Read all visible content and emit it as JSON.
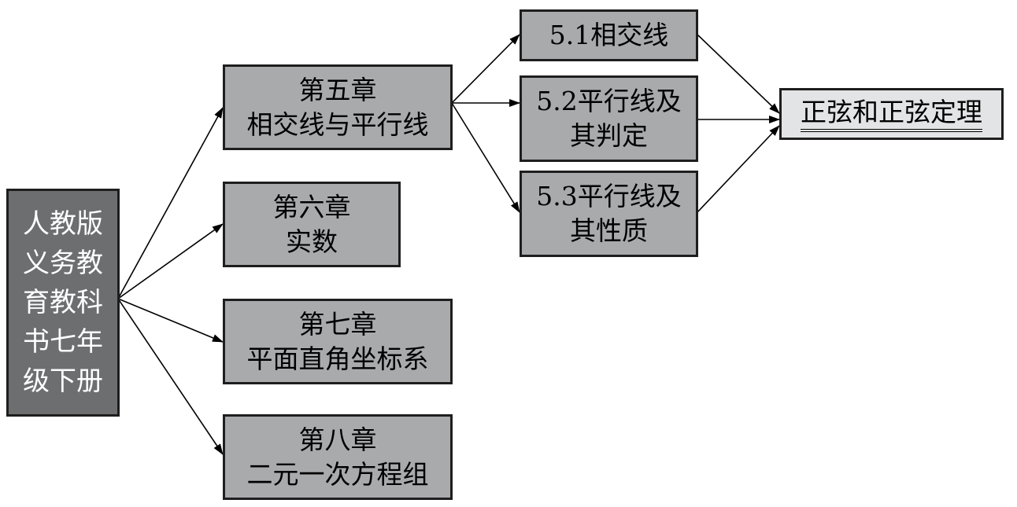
{
  "root": {
    "lines": [
      "人教版",
      "义务教",
      "育教科",
      "书七年",
      "级下册"
    ]
  },
  "chapters": [
    {
      "lines": [
        "第五章",
        "相交线与平行线"
      ]
    },
    {
      "lines": [
        "第六章",
        "实数"
      ]
    },
    {
      "lines": [
        "第七章",
        "平面直角坐标系"
      ]
    },
    {
      "lines": [
        "第八章",
        "二元一次方程组"
      ]
    }
  ],
  "sections": [
    {
      "lines": [
        "5.1相交线"
      ]
    },
    {
      "lines": [
        "5.2平行线及",
        "其判定"
      ]
    },
    {
      "lines": [
        "5.3平行线及",
        "其性质"
      ]
    }
  ],
  "target": {
    "label": "正弦和正弦定理"
  }
}
